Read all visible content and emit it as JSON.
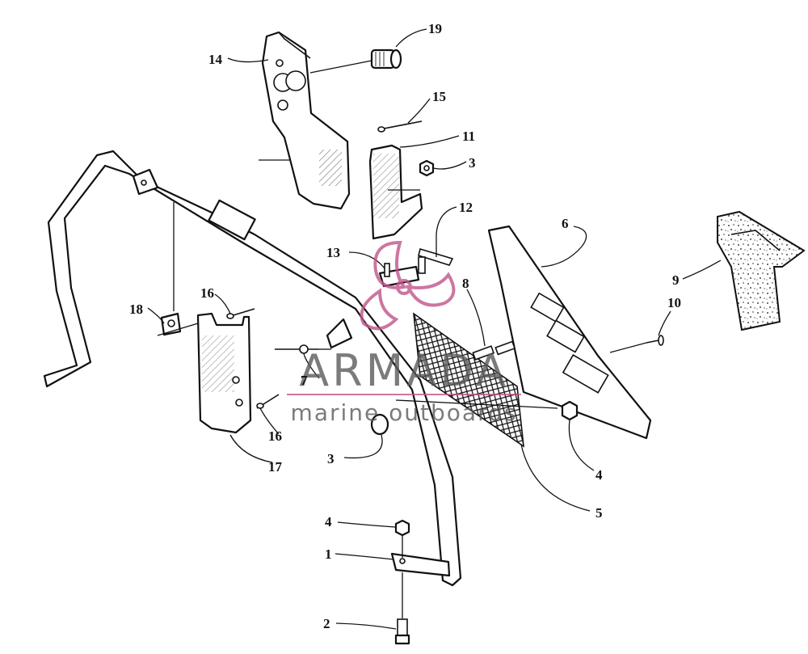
{
  "callouts": {
    "c1": "1",
    "c2": "2",
    "c3a": "3",
    "c3b": "3",
    "c4a": "4",
    "c4b": "4",
    "c5": "5",
    "c6": "6",
    "c7": "7",
    "c8": "8",
    "c9": "9",
    "c10": "10",
    "c11": "11",
    "c12": "12",
    "c13": "13",
    "c14": "14",
    "c15": "15",
    "c16a": "16",
    "c16b": "16",
    "c17": "17",
    "c18": "18",
    "c19": "19"
  },
  "watermark": {
    "brand": "ARMADA",
    "tagline": "marine outboards",
    "accent_color": "#c0558a"
  },
  "colors": {
    "line": "#111111",
    "background": "#ffffff"
  }
}
